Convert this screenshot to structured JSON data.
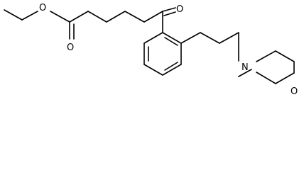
{
  "molecule": {
    "atoms": {
      "ester_o_single": "O",
      "ester_o_double": "O",
      "ketone_o": "O",
      "amine_n": "N",
      "morpholine_o": "O"
    }
  }
}
